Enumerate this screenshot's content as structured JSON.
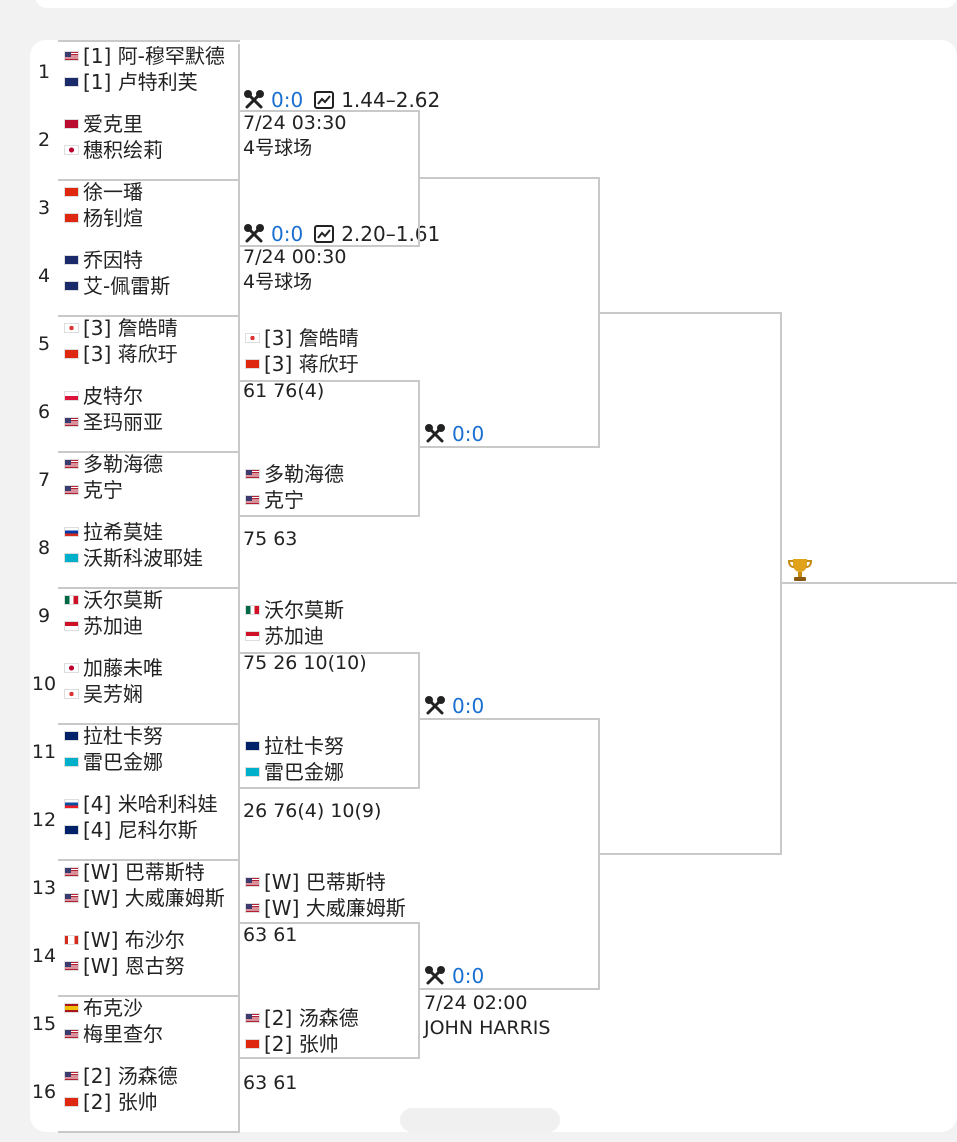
{
  "colors": {
    "line": "#c9c9c9",
    "link": "#1a6fd0"
  },
  "icons": {
    "match": "crossed-rackets-icon",
    "odds": "chart-icon",
    "trophy": "trophy-icon"
  },
  "r1": [
    {
      "seed": "1",
      "p1": {
        "flag": "us",
        "name": "[1] 阿-穆罕默德"
      },
      "p2": {
        "flag": "nz",
        "name": "[1] 卢特利芙"
      }
    },
    {
      "seed": "2",
      "p1": {
        "flag": "no",
        "name": "爱克里"
      },
      "p2": {
        "flag": "jp",
        "name": "穗积绘莉"
      }
    },
    {
      "seed": "3",
      "p1": {
        "flag": "cn",
        "name": "徐一璠"
      },
      "p2": {
        "flag": "cn",
        "name": "杨钊煊"
      }
    },
    {
      "seed": "4",
      "p1": {
        "flag": "au",
        "name": "乔因特"
      },
      "p2": {
        "flag": "au",
        "name": "艾-佩雷斯"
      }
    },
    {
      "seed": "5",
      "p1": {
        "flag": "tw",
        "name": "[3] 詹皓晴"
      },
      "p2": {
        "flag": "cn",
        "name": "[3] 蒋欣玗"
      }
    },
    {
      "seed": "6",
      "p1": {
        "flag": "pl",
        "name": "皮特尔"
      },
      "p2": {
        "flag": "us",
        "name": "圣玛丽亚"
      }
    },
    {
      "seed": "7",
      "p1": {
        "flag": "us",
        "name": "多勒海德"
      },
      "p2": {
        "flag": "us",
        "name": "克宁"
      }
    },
    {
      "seed": "8",
      "p1": {
        "flag": "ru",
        "name": "拉希莫娃"
      },
      "p2": {
        "flag": "kz",
        "name": "沃斯科波耶娃"
      }
    },
    {
      "seed": "9",
      "p1": {
        "flag": "mx",
        "name": "沃尔莫斯"
      },
      "p2": {
        "flag": "id",
        "name": "苏加迪"
      }
    },
    {
      "seed": "10",
      "p1": {
        "flag": "jp",
        "name": "加藤未唯"
      },
      "p2": {
        "flag": "tw",
        "name": "吴芳娴"
      }
    },
    {
      "seed": "11",
      "p1": {
        "flag": "gb",
        "name": "拉杜卡努"
      },
      "p2": {
        "flag": "kz",
        "name": "雷巴金娜"
      }
    },
    {
      "seed": "12",
      "p1": {
        "flag": "sk",
        "name": "[4] 米哈利科娃"
      },
      "p2": {
        "flag": "gb",
        "name": "[4] 尼科尔斯"
      }
    },
    {
      "seed": "13",
      "p1": {
        "flag": "us",
        "name": "[W] 巴蒂斯特"
      },
      "p2": {
        "flag": "us",
        "name": "[W] 大威廉姆斯"
      }
    },
    {
      "seed": "14",
      "p1": {
        "flag": "ca",
        "name": "[W] 布沙尔"
      },
      "p2": {
        "flag": "us",
        "name": "[W] 恩古努"
      }
    },
    {
      "seed": "15",
      "p1": {
        "flag": "es",
        "name": "布克沙"
      },
      "p2": {
        "flag": "us",
        "name": "梅里查尔"
      }
    },
    {
      "seed": "16",
      "p1": {
        "flag": "us",
        "name": "[2] 汤森德"
      },
      "p2": {
        "flag": "cn",
        "name": "[2] 张帅"
      }
    }
  ],
  "r2": [
    {
      "type": "pending",
      "score": "0:0",
      "odds": "1.44–2.62",
      "time": "7/24 03:30",
      "court": "4号球场"
    },
    {
      "type": "pending",
      "score": "0:0",
      "odds": "2.20–1.61",
      "time": "7/24 00:30",
      "court": "4号球场"
    },
    {
      "type": "done",
      "p1": {
        "flag": "tw",
        "name": "[3] 詹皓晴"
      },
      "p2": {
        "flag": "cn",
        "name": "[3] 蒋欣玗"
      },
      "result": "61 76(4)"
    },
    {
      "type": "done",
      "p1": {
        "flag": "us",
        "name": "多勒海德"
      },
      "p2": {
        "flag": "us",
        "name": "克宁"
      },
      "result": "75 63"
    },
    {
      "type": "done",
      "p1": {
        "flag": "mx",
        "name": "沃尔莫斯"
      },
      "p2": {
        "flag": "id",
        "name": "苏加迪"
      },
      "result": "75 26 10(10)"
    },
    {
      "type": "done",
      "p1": {
        "flag": "gb",
        "name": "拉杜卡努"
      },
      "p2": {
        "flag": "kz",
        "name": "雷巴金娜"
      },
      "result": "26 76(4) 10(9)"
    },
    {
      "type": "done",
      "p1": {
        "flag": "us",
        "name": "[W] 巴蒂斯特"
      },
      "p2": {
        "flag": "us",
        "name": "[W] 大威廉姆斯"
      },
      "result": "63 61"
    },
    {
      "type": "done",
      "p1": {
        "flag": "us",
        "name": "[2] 汤森德"
      },
      "p2": {
        "flag": "cn",
        "name": "[2] 张帅"
      },
      "result": "63 61"
    }
  ],
  "r3": [
    {
      "score": "0:0"
    },
    {
      "score": "0:0"
    },
    {
      "score": "0:0",
      "time": "7/24 02:00",
      "court": "JOHN HARRIS"
    }
  ]
}
